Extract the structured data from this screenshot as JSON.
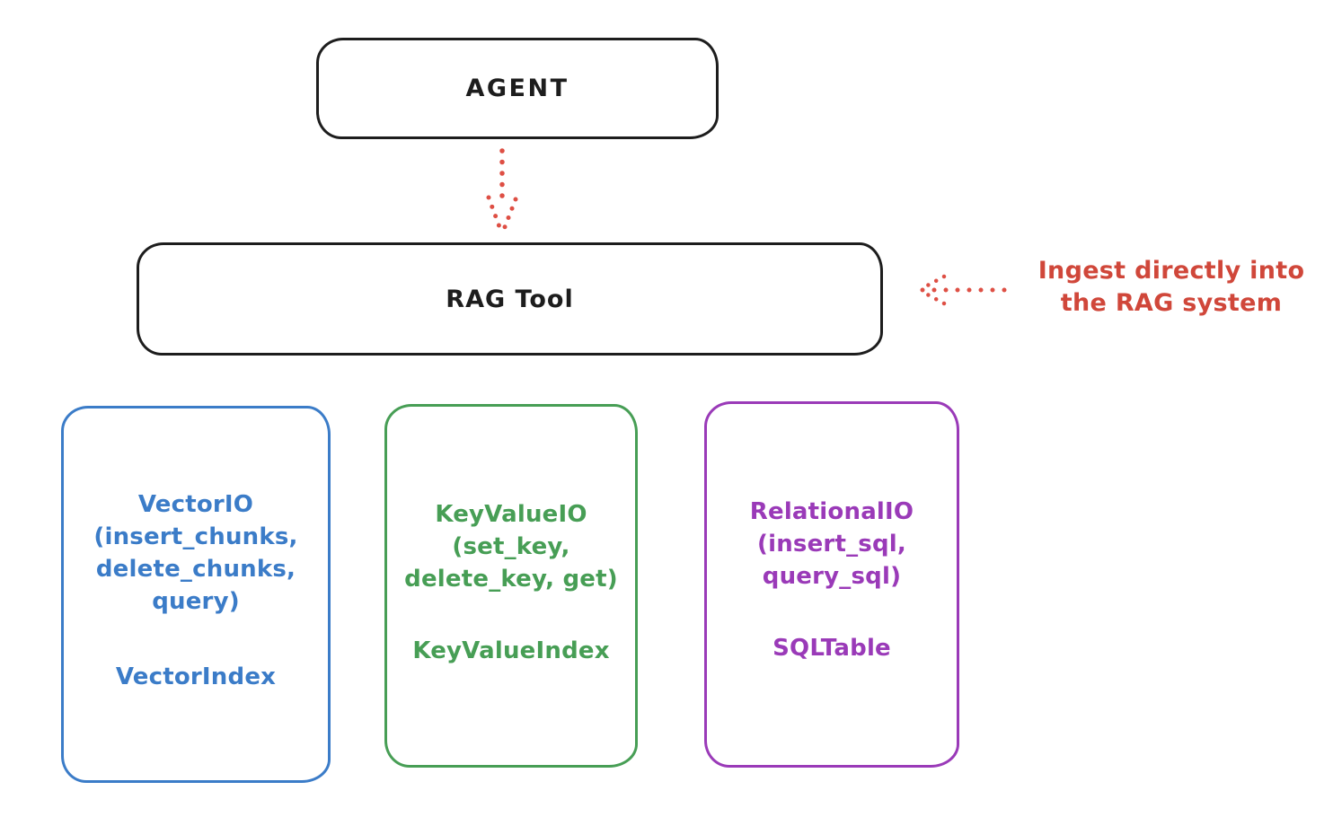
{
  "colors": {
    "ink": "#1d1d1d",
    "red": "#d0473a",
    "blue": "#3b7cc8",
    "green": "#479e55",
    "purple": "#9a3ab8"
  },
  "nodes": {
    "agent": {
      "label": "AGENT"
    },
    "rag_tool": {
      "label": "RAG Tool"
    }
  },
  "annotation": {
    "text": "Ingest directly into\nthe RAG system"
  },
  "cards": {
    "vector": {
      "body": "VectorIO\n(insert_chunks,\ndelete_chunks,\nquery)",
      "footer": "VectorIndex"
    },
    "keyvalue": {
      "body": "KeyValueIO\n(set_key,\ndelete_key, get)",
      "footer": "KeyValueIndex"
    },
    "relational": {
      "body": "RelationalIO\n(insert_sql,\nquery_sql)",
      "footer": "SQLTable"
    }
  }
}
